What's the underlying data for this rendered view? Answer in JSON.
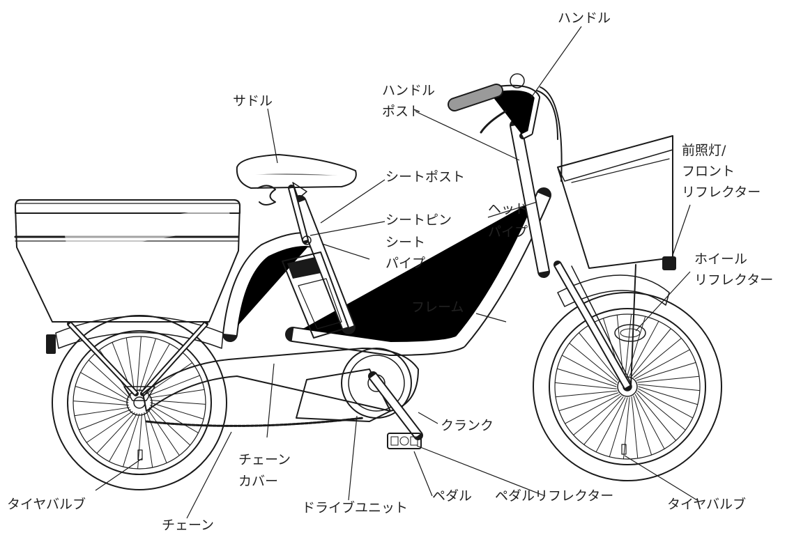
{
  "labels": {
    "handle": "ハンドル",
    "handle_post_1": "ハンドル",
    "handle_post_2": "ポスト",
    "saddle": "サドル",
    "seat_post": "シートポスト",
    "seat_pin": "シートピン",
    "seat_pipe_1": "シート",
    "seat_pipe_2": "パイプ",
    "head_pipe_1": "ヘッド",
    "head_pipe_2": "パイプ",
    "headlight_1": "前照灯/",
    "headlight_2": "フロント",
    "headlight_3": "リフレクター",
    "wheel_reflector_1": "ホイール",
    "wheel_reflector_2": "リフレクター",
    "frame": "フレーム",
    "crank": "クランク",
    "chain_cover_1": "チェーン",
    "chain_cover_2": "カバー",
    "tire_valve_left": "タイヤバルブ",
    "tire_valve_right": "タイヤバルブ",
    "chain": "チェーン",
    "drive_unit": "ドライブユニット",
    "pedal": "ペダル",
    "pedal_reflector": "ペダルリフレクター"
  },
  "colors": {
    "ink": "#1a1a1a",
    "tire": "#d4d4d4",
    "shade": "#bdbdbd",
    "dark_shade": "#9a9a9a"
  }
}
